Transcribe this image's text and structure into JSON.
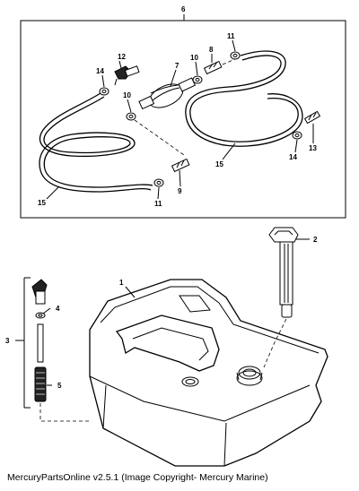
{
  "callouts": {
    "c6": "6",
    "c12": "12",
    "c7": "7",
    "c8": "8",
    "c11a": "11",
    "c10a": "10",
    "c14a": "14",
    "c10b": "10",
    "c13": "13",
    "c14b": "14",
    "c15a": "15",
    "c15b": "15",
    "c9": "9",
    "c11b": "11",
    "c2": "2",
    "c1": "1",
    "c4": "4",
    "c3": "3",
    "c5": "5"
  },
  "footer": "MercuryPartsOnline v2.5.1 (Image Copyright- Mercury Marine)"
}
